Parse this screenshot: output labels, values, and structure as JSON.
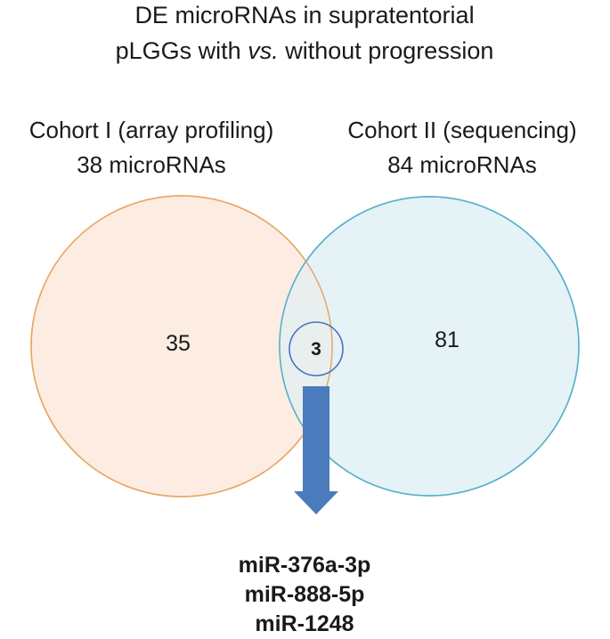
{
  "title": {
    "line1": "DE microRNAs in supratentorial",
    "line2_start": "pLGGs with ",
    "line2_italic": "vs.",
    "line2_end": " without progression"
  },
  "sets": [
    {
      "name": "Cohort I (array profiling)",
      "total": "38 microRNAs",
      "unique": "35",
      "stroke": "#e8a765",
      "fill": "#fdece1"
    },
    {
      "name": "Cohort II (sequencing)",
      "total": "84 microRNAs",
      "unique": "81",
      "stroke": "#55b1c9",
      "fill": "#e5f2f6"
    }
  ],
  "overlap": {
    "count": "3",
    "circle_color": "#4a72c4",
    "fill": "#e9efee",
    "arrow_color": "#4c7bbd",
    "mirnas": [
      "miR-376a-3p",
      "miR-888-5p",
      "miR-1248"
    ]
  }
}
